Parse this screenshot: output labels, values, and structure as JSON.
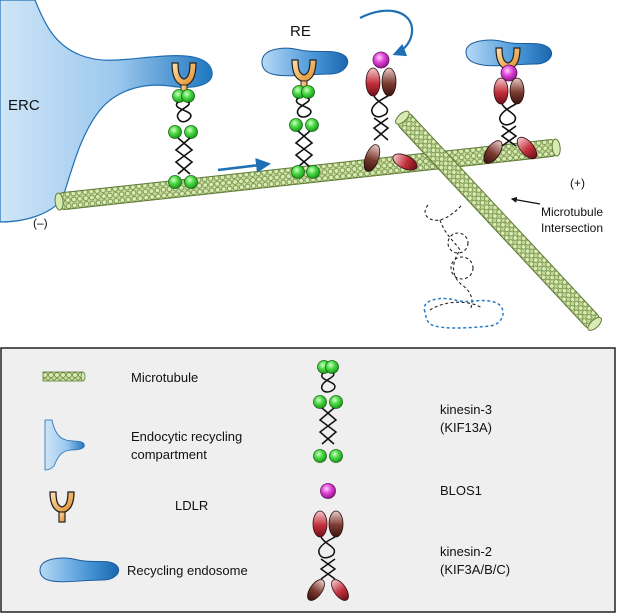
{
  "diagram": {
    "labels": {
      "erc": "ERC",
      "re": "RE",
      "minus_end": "(–)",
      "plus_end": "(+)",
      "intersection_line1": "Microtubule",
      "intersection_line2": "Intersection"
    }
  },
  "legend": {
    "microtubule": "Microtubule",
    "erc_line1": "Endocytic recycling",
    "erc_line2": "compartment",
    "ldlr": "LDLR",
    "recycling_endosome": "Recycling endosome",
    "kinesin3_line1": "kinesin-3",
    "kinesin3_line2": "(KIF13A)",
    "blos1": "BLOS1",
    "kinesin2_line1": "kinesin-2",
    "kinesin2_line2": "(KIF3A/B/C)"
  },
  "colors": {
    "microtubule_fill": "#c5dc98",
    "microtubule_stroke": "#5e7a36",
    "erc_blue_light": "#cfe5f7",
    "erc_blue_dark": "#1f77c0",
    "ldlr_orange": "#f0a040",
    "kif13a_green": "#3ccf3c",
    "kif3_red": "#b32231",
    "blos1_magenta": "#e040d8",
    "legend_bg": "#efefef"
  }
}
